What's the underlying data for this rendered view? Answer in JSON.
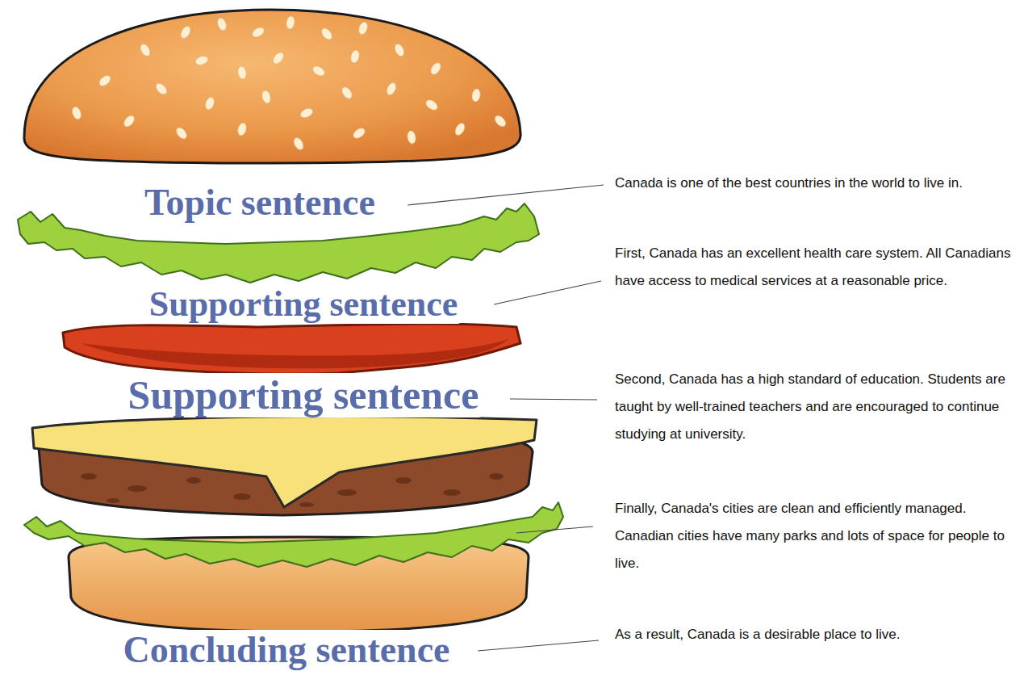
{
  "diagram": {
    "labels": [
      "Topic sentence",
      "Canada is one of the best countries in the world to live in.",
      "Supporting sentence",
      "First, Canada has an excellent health care system. All Canadians have access to medical services at a reasonable price.",
      "Supporting sentence",
      "Second, Canada has a high standard of education. Students are taught by well-trained teachers and are encouraged to continue studying at university.",
      "Finally, Canada's cities are clean and efficiently managed. Canadian cities have many parks and lots of space for people to live.",
      "Concluding sentence",
      "As a result, Canada is a desirable place to live."
    ]
  }
}
